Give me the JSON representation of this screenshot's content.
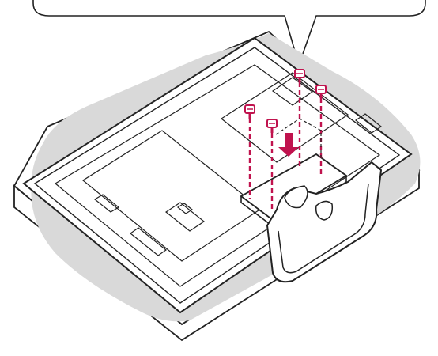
{
  "illustration": {
    "subject": "tv-stand-assembly",
    "accent_color": "#c0134e",
    "outline_color": "#222222",
    "cloth_color": "#d9d9d9",
    "panel_color": "#ffffff"
  },
  "screws": [
    {
      "name": "screw-1"
    },
    {
      "name": "screw-2"
    },
    {
      "name": "screw-3"
    },
    {
      "name": "screw-4"
    }
  ],
  "arrow": {
    "icon": "down-arrow-icon"
  }
}
